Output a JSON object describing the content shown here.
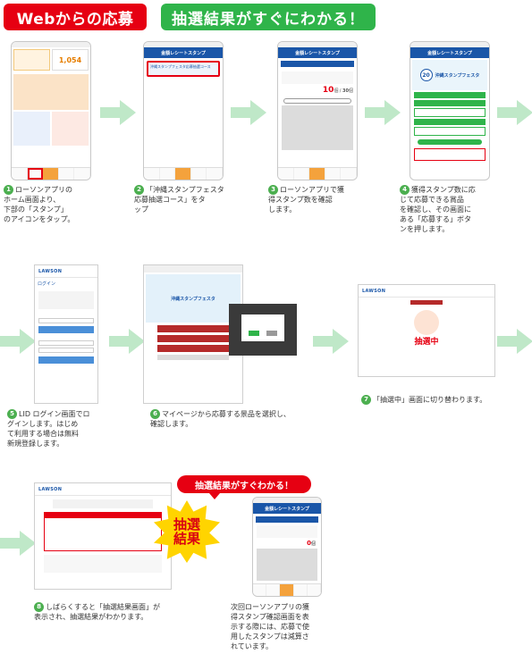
{
  "header": {
    "web_badge": "Webからの応募",
    "result_badge": "抽選結果がすぐにわかる！"
  },
  "steps": [
    {
      "num": "1",
      "text": "ローソンアプリの\nホーム画面より、\n下部の「スタンプ」\nのアイコンをタップ。"
    },
    {
      "num": "2",
      "text": "「沖縄スタンプフェスタ\n応募抽選コース」をタ\nップ"
    },
    {
      "num": "3",
      "text": "ローソンアプリで獲\n得スタンプ数を確認\nします。"
    },
    {
      "num": "4",
      "text": "獲得スタンプ数に応\nじて応募できる賞品\nを確認し、その画面に\nある「応募する」ボタ\nンを押します。"
    },
    {
      "num": "5",
      "text": "LID ログイン画面でロ\nグインします。はじめ\nて利用する場合は無料\n新規登録します。"
    },
    {
      "num": "6",
      "text": "マイページから応募する景品を選択し、\n確認します。"
    },
    {
      "num": "7",
      "text": "「抽選中」画面に切り替わります。"
    },
    {
      "num": "8",
      "text": "しばらくすると「抽選結果画面」が\n表示され、抽選結果がわかります。"
    }
  ],
  "final_note": "次回ローソンアプリの獲\n得スタンプ確認画面を表\n示する際には、応募で使\n用したスタンプは減算さ\nれています。",
  "callout": "抽選結果がすぐわかる！",
  "burst": {
    "line1": "抽選",
    "line2": "結果"
  },
  "screens": {
    "app_title": "金額レシートスタンプ",
    "course_title": "沖縄スタンプフェスタ応募抽選コース",
    "stamp_count_a": "10",
    "stamp_count_b": "30",
    "stamp_unit": "個",
    "logo": "LAWSON",
    "login_title": "ログイン",
    "drawing_text": "抽選中",
    "fest_title": "沖縄スタンプフェスタ",
    "badge_20": "20"
  },
  "colors": {
    "red": "#e60012",
    "green": "#2fb44a",
    "blue": "#1a56a8",
    "arrow": "#bfe8c8"
  }
}
